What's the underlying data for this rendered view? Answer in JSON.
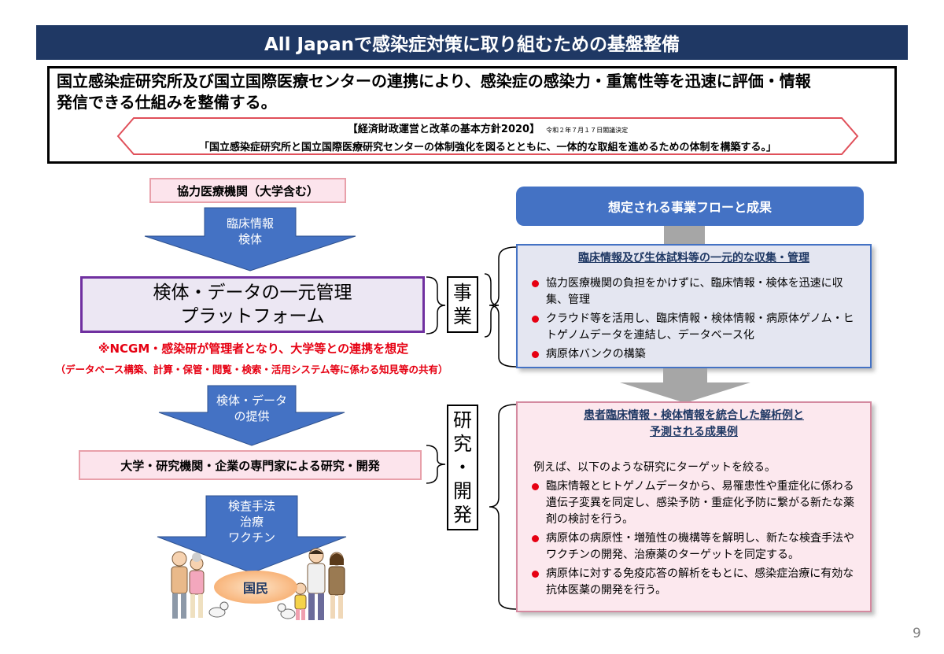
{
  "title": "All Japanで感染症対策に取り組むための基盤整備",
  "summary": {
    "line1": "国立感染症研究所及び国立国際医療センターの連携により、感染症の感染力・重篤性等を迅速に評価・情報",
    "line2": "発信できる仕組みを整備する。",
    "policy_title": "【経済財政運営と改革の基本方針2020】",
    "policy_date": "令和２年７月１７日閣議決定",
    "policy_quote": "「国立感染症研究所と国立国際医療研究センターの体制強化を図るとともに、一体的な取組を進めるための体制を構築する。」"
  },
  "left": {
    "coop_institution": "協力医療機関（大学含む）",
    "arrow1": [
      "臨床情報",
      "検体"
    ],
    "platform": [
      "検体・データの一元管理",
      "プラットフォーム"
    ],
    "note1": "※NCGM・感染研が管理者となり、大学等との連携を想定",
    "note2": "（データベース構築、計算・保管・閲覧・検索・活用システム等に係わる知見等の共有）",
    "arrow2": [
      "検体・データ",
      "の提供"
    ],
    "research": "大学・研究機関・企業の専門家による研究・開発",
    "arrow3": [
      "検査手法",
      "治療",
      "ワクチン"
    ],
    "citizens": "国民"
  },
  "labels": {
    "jigyo": [
      "事",
      "業"
    ],
    "kenkyu": [
      "研",
      "究",
      "・",
      "開",
      "発"
    ]
  },
  "right": {
    "flow_header": "想定される事業フローと成果",
    "panel1": {
      "title": "臨床情報及び生体試料等の一元的な収集・管理",
      "bullets": [
        "協力医療機関の負担をかけずに、臨床情報・検体を迅速に収集、管理",
        "クラウド等を活用し、臨床情報・検体情報・病原体ゲノム・ヒトゲノムデータを連結し、データベース化",
        "病原体バンクの構築"
      ]
    },
    "panel2": {
      "title": [
        "患者臨床情報・検体情報を統合した解析例と",
        "予測される成果例"
      ],
      "intro": "例えば、以下のような研究にターゲットを絞る。",
      "bullets": [
        "臨床情報とヒトゲノムデータから、易罹患性や重症化に係わる遺伝子変異を同定し、感染予防・重症化予防に繋がる新たな薬剤の検討を行う。",
        "病原体の病原性・増殖性の機構等を解明し、新たな検査手法やワクチンの開発、治療薬のターゲットを同定する。",
        "病原体に対する免疫応答の解析をもとに、感染症治療に有効な抗体医薬の開発を行う。"
      ]
    }
  },
  "colors": {
    "title_bg": "#1f3864",
    "arrow_blue": "#4472c4",
    "platform_border": "#7030a0",
    "note_red": "#e60012",
    "pink_bg": "#fce4ec"
  },
  "page_number": "9"
}
